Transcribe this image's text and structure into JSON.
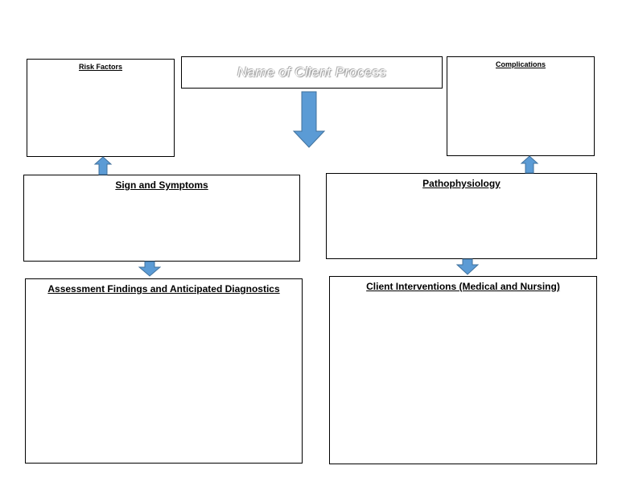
{
  "title": {
    "text": "Name of Client Process"
  },
  "boxes": {
    "risk_factors": "Risk Factors",
    "complications": "Complications",
    "signs_symptoms": "Sign and Symptoms",
    "pathophysiology": "Pathophysiology",
    "assessment": "Assessment Findings and Anticipated Diagnostics",
    "interventions": "Client Interventions (Medical and Nursing)"
  },
  "arrow_color": "#5b9bd5",
  "arrow_outline_color": "#41719c"
}
